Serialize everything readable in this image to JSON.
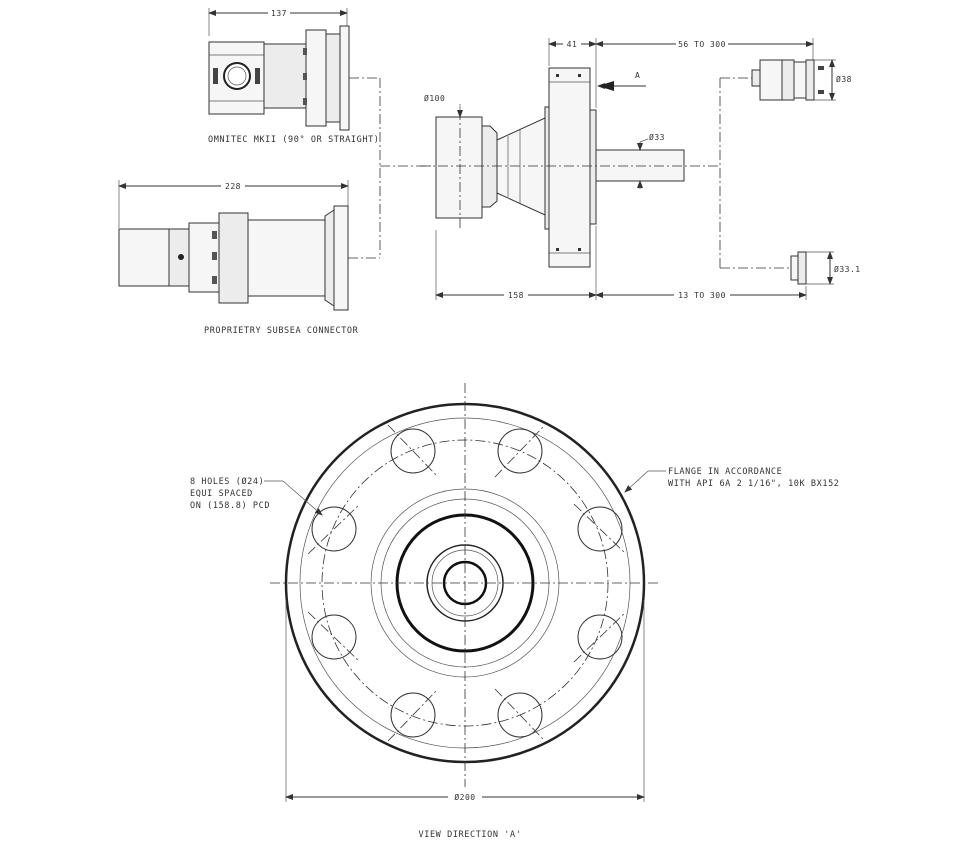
{
  "dimensions": {
    "omnitec_width": "137",
    "subsea_length": "228",
    "flange_width": "41",
    "range_top": "56 TO 300",
    "dia_100": "Ø100",
    "dia_33": "Ø33",
    "dia_38": "Ø38",
    "dia_33_1": "Ø33.1",
    "body_length": "158",
    "range_bottom": "13 TO 300",
    "flange_od": "Ø200",
    "view_arrow": "A"
  },
  "labels": {
    "omnitec": "OMNITEC MKII (90° OR STRAIGHT)",
    "subsea": "PROPRIETRY SUBSEA CONNECTOR",
    "holes": [
      "8 HOLES (Ø24)",
      "EQUI SPACED",
      "ON (158.8) PCD"
    ],
    "flange_note": [
      "FLANGE IN ACCORDANCE",
      "WITH API 6A 2 1/16\", 10K BX152"
    ],
    "view": "VIEW DIRECTION 'A'"
  },
  "colors": {
    "line": "#333333",
    "background": "#ffffff"
  }
}
